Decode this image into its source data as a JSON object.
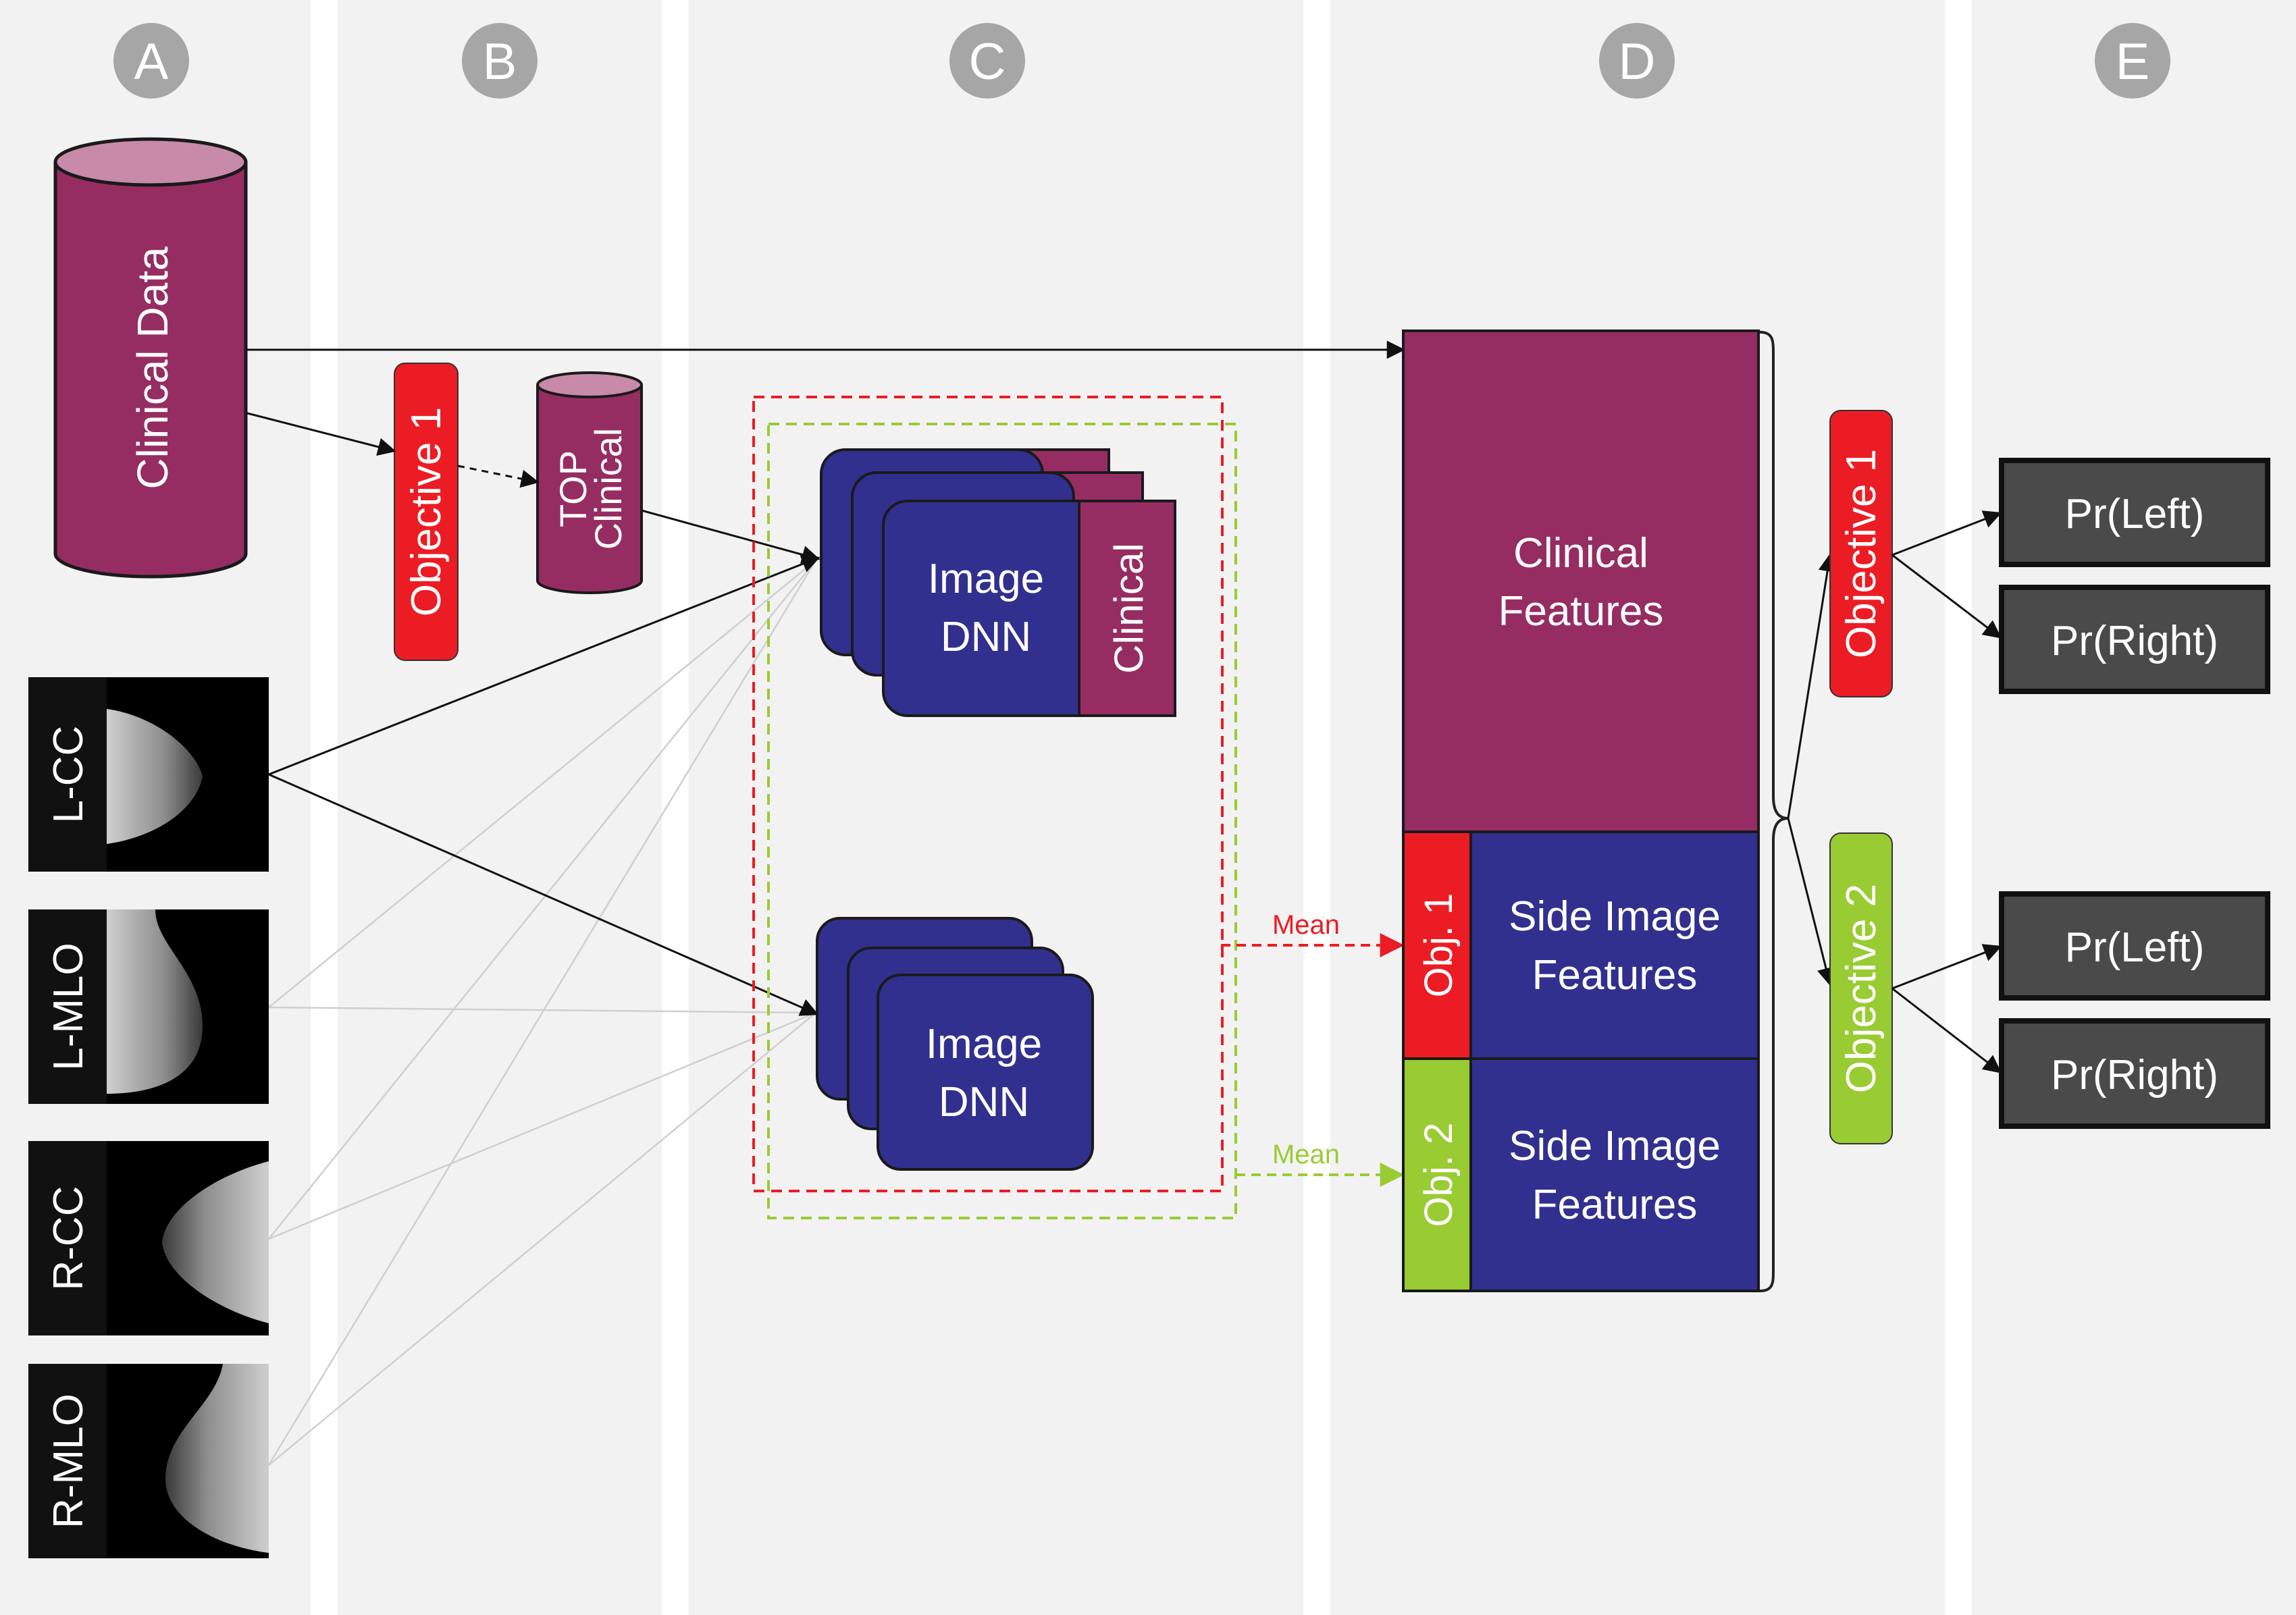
{
  "columns": [
    {
      "letter": "A"
    },
    {
      "letter": "B"
    },
    {
      "letter": "C"
    },
    {
      "letter": "D"
    },
    {
      "letter": "E"
    }
  ],
  "inputs": {
    "clinical_data": "Clinical Data",
    "views": [
      "L-CC",
      "L-MLO",
      "R-CC",
      "R-MLO"
    ]
  },
  "column_b": {
    "objective": "Objective 1",
    "top_clinical_line1": "TOP",
    "top_clinical_line2": "Clinical"
  },
  "column_c": {
    "dnn_upper_line1": "Image",
    "dnn_upper_line2": "DNN",
    "dnn_upper_side": "Clinical",
    "dnn_lower_line1": "Image",
    "dnn_lower_line2": "DNN",
    "mean_red": "Mean",
    "mean_green": "Mean"
  },
  "column_d": {
    "clinical_features_line1": "Clinical",
    "clinical_features_line2": "Features",
    "obj1": "Obj. 1",
    "obj2": "Obj. 2",
    "side_features_line1": "Side Image",
    "side_features_line2": "Features",
    "side_features2_line1": "Side Image",
    "side_features2_line2": "Features"
  },
  "column_e": {
    "objective1": "Objective 1",
    "objective2": "Objective 2",
    "outputs": [
      "Pr(Left)",
      "Pr(Right)",
      "Pr(Left)",
      "Pr(Right)"
    ]
  },
  "colors": {
    "maroon": "#962d62",
    "maroon_light": "#c78aa8",
    "navy": "#31308f",
    "red": "#ec1c24",
    "green": "#99cc33",
    "dark_gray": "#4a4a4a",
    "band_gray": "#f2f2f2",
    "circle_gray": "#a6a6a6"
  }
}
